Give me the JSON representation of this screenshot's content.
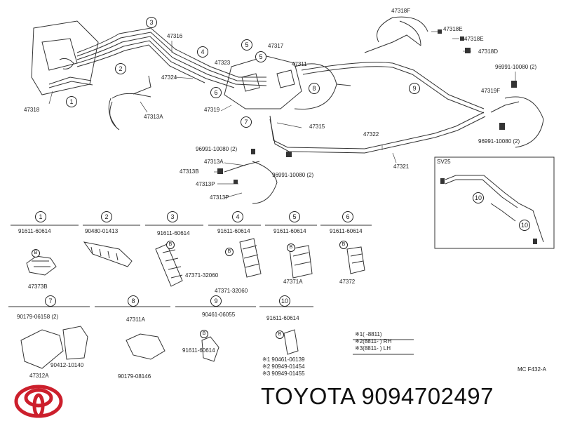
{
  "main": {
    "labels": [
      "47318F",
      "47318E",
      "47318E",
      "47318D",
      "96991-10080 (2)",
      "47319F",
      "96991-10080 (2)",
      "47316",
      "47317",
      "47323",
      "47324",
      "47311",
      "47319",
      "47315",
      "47313A",
      "47318",
      "47322",
      "47321",
      "96991-10080 (2)",
      "47313A",
      "47313B",
      "47313P",
      "47313P",
      "96991-10080 (2)"
    ],
    "callouts": [
      "3",
      "4",
      "5",
      "5",
      "2",
      "1",
      "6",
      "8",
      "7",
      "9"
    ]
  },
  "inset": {
    "title": "SV25",
    "callouts": [
      "10",
      "10"
    ]
  },
  "parts_table": {
    "headers": [
      "1",
      "2",
      "3",
      "4",
      "5",
      "6"
    ],
    "part_numbers": [
      "91611-60614",
      "90480-01413",
      "91611-60614",
      "91611-60614",
      "91611-60614",
      "91611-60614"
    ],
    "extra_labels": [
      "47373B",
      "47371-32060",
      "47371-32060",
      "47371A",
      "47372"
    ],
    "b_mark": "B"
  },
  "parts_table_2": {
    "headers": [
      "7",
      "8",
      "9",
      "10"
    ],
    "labels": [
      "90179-06158 (2)",
      "47311A",
      "90461-06055",
      "91611-60614",
      "90412-10140",
      "47312A",
      "90179-08146",
      "91611-60614"
    ],
    "b_mark": "B",
    "notes": [
      "※1 90461-06139",
      "※2 90949-01454",
      "※3 90949-01455"
    ]
  },
  "legend": {
    "lines": [
      "※1(     -8811)",
      "※2(8811-       ) RH",
      "※3(8811-       ) LH"
    ]
  },
  "footer": {
    "code": "MC  F432-A",
    "brand_text": "TOYOTA 9094702497",
    "logo_name": "toyota-logo"
  },
  "colors": {
    "logo_red": "#cc1f2c",
    "line": "#333333"
  }
}
